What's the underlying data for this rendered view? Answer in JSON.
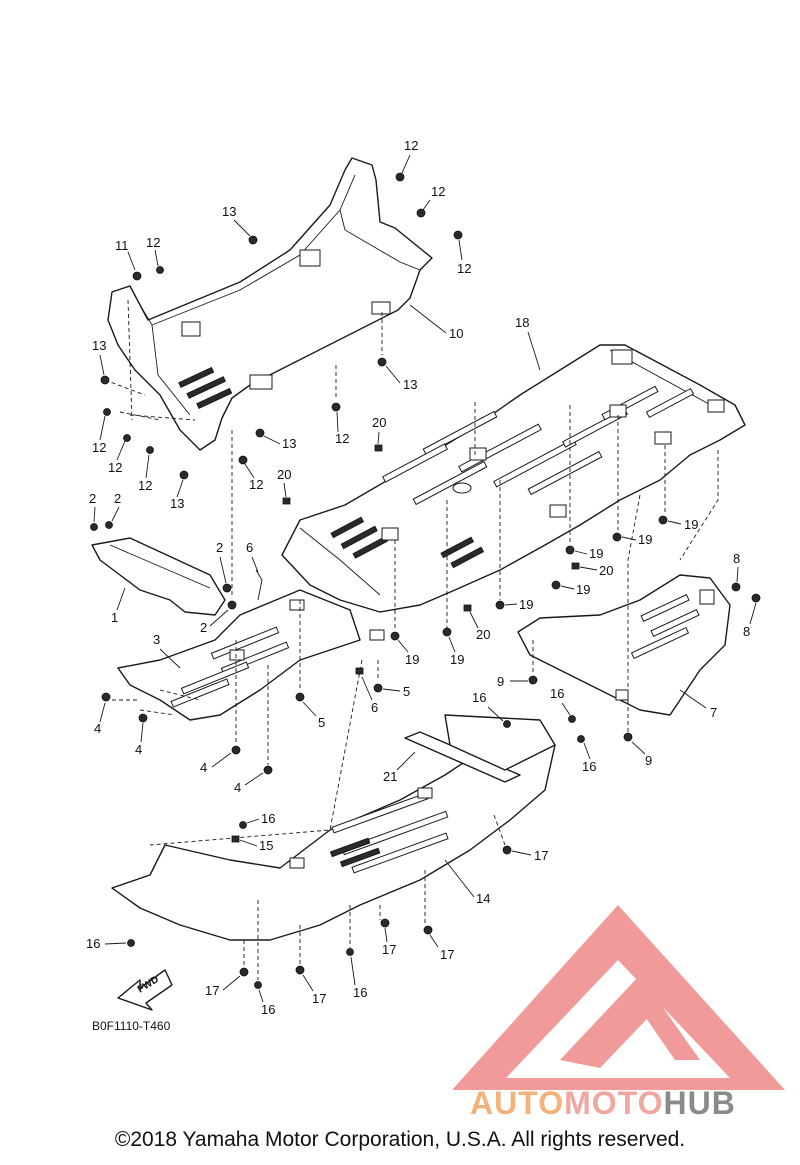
{
  "diagram_code": "B0F1110-T460",
  "fwd_label": "FWD",
  "copyright": "©2018 Yamaha Motor Corporation, U.S.A. All rights reserved.",
  "watermark": {
    "part1": "AUTO",
    "part2": "MOTO",
    "part3": "HUB",
    "colors": {
      "auto": "#f2b27a",
      "moto": "#f2a6a0",
      "hub": "#8a8a8a",
      "logo": "#f19a9a"
    }
  },
  "callouts": {
    "c1": "1",
    "c2a": "2",
    "c2b": "2",
    "c2c": "2",
    "c2d": "2",
    "c3": "3",
    "c4a": "4",
    "c4b": "4",
    "c4c": "4",
    "c4d": "4",
    "c5a": "5",
    "c5b": "5",
    "c6a": "6",
    "c6b": "6",
    "c7": "7",
    "c8a": "8",
    "c8b": "8",
    "c9a": "9",
    "c9b": "9",
    "c10": "10",
    "c11": "11",
    "c12a": "12",
    "c12b": "12",
    "c12c": "12",
    "c12d": "12",
    "c12e": "12",
    "c12f": "12",
    "c12g": "12",
    "c12h": "12",
    "c12i": "12",
    "c13a": "13",
    "c13b": "13",
    "c13c": "13",
    "c13d": "13",
    "c13e": "13",
    "c14": "14",
    "c15": "15",
    "c16a": "16",
    "c16b": "16",
    "c16c": "16",
    "c16d": "16",
    "c16e": "16",
    "c16f": "16",
    "c16g": "16",
    "c17a": "17",
    "c17b": "17",
    "c17c": "17",
    "c17d": "17",
    "c17e": "17",
    "c18": "18",
    "c19a": "19",
    "c19b": "19",
    "c19c": "19",
    "c19d": "19",
    "c19e": "19",
    "c19f": "19",
    "c19g": "19",
    "c20a": "20",
    "c20b": "20",
    "c20c": "20",
    "c20d": "20",
    "c21": "21"
  }
}
